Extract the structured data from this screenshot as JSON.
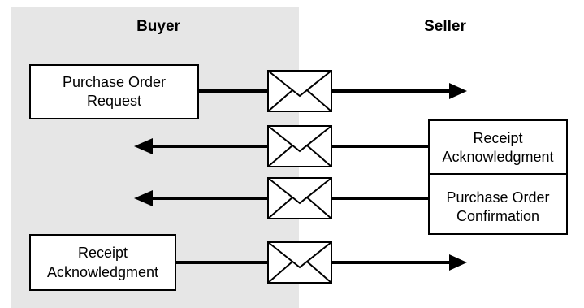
{
  "lanes": {
    "buyer": {
      "title": "Buyer"
    },
    "seller": {
      "title": "Seller"
    }
  },
  "boxes": {
    "purchase_order_request": {
      "line1": "Purchase Order",
      "line2": "Request"
    },
    "seller_receipt_acknowledgment": {
      "line1": "Receipt",
      "line2": "Acknowledgment"
    },
    "purchase_order_confirmation": {
      "line1": "Purchase Order",
      "line2": "Confirmation"
    },
    "buyer_receipt_acknowledgment": {
      "line1": "Receipt",
      "line2": "Acknowledgment"
    }
  },
  "messages": [
    {
      "from": "buyer",
      "to": "seller",
      "icon": "envelope-icon"
    },
    {
      "from": "seller",
      "to": "buyer",
      "icon": "envelope-icon"
    },
    {
      "from": "seller",
      "to": "buyer",
      "icon": "envelope-icon"
    },
    {
      "from": "buyer",
      "to": "seller",
      "icon": "envelope-icon"
    }
  ],
  "colors": {
    "buyer_lane": "#e6e6e6",
    "seller_lane": "#ffffff",
    "stroke": "#000000"
  }
}
